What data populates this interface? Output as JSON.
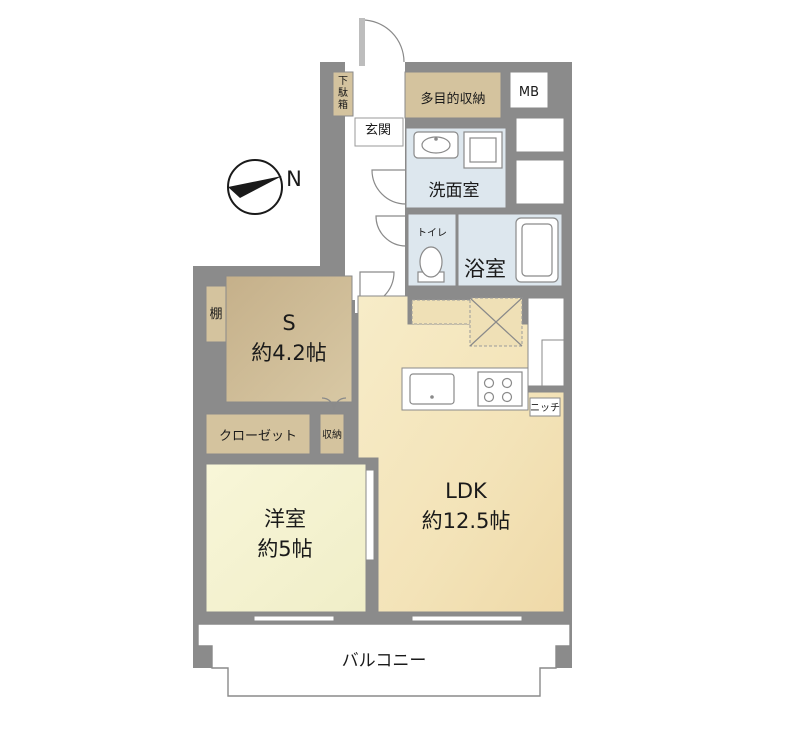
{
  "rooms": {
    "s_room": {
      "name": "S",
      "area": "約4.2帖"
    },
    "western_room": {
      "name": "洋室",
      "area": "約5帖"
    },
    "ldk": {
      "name": "LDK",
      "area": "約12.5帖"
    },
    "washroom": {
      "name": "洗面室"
    },
    "bathroom": {
      "name": "浴室"
    },
    "toilet": {
      "name": "トイレ"
    },
    "entrance": {
      "name": "玄関"
    },
    "balcony": {
      "name": "バルコニー"
    }
  },
  "storage": {
    "shoe_box": "下駄箱",
    "multi_storage": "多目的収納",
    "mb": "MB",
    "shelf": "棚",
    "closet": "クローゼット",
    "storage_small": "収納",
    "niche": "ニッチ"
  },
  "compass": {
    "label": "N"
  },
  "colors": {
    "wall": "#8b8b8b",
    "s_room_floor": "#c9b592",
    "western_floor": "#f6f4d2",
    "ldk_floor": "#f5e8c3",
    "storage_fill": "#d4c39e",
    "wet_area": "#dde7ee",
    "hall": "#ffffff"
  }
}
